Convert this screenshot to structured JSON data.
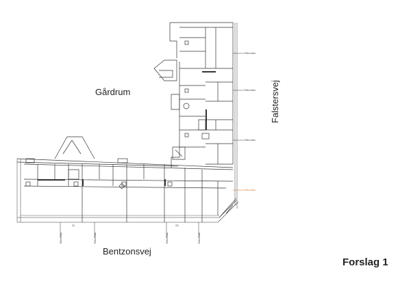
{
  "labels": {
    "courtyard": "Gårdrum",
    "street_south": "Bentzonsvej",
    "street_east": "Falstersvej",
    "proposal": "Forslag 1"
  },
  "elevator_tags_east": [
    "Elev.elux",
    "Elev.elux",
    "Elev.elux"
  ],
  "elevator_tag_highlight": "Elev.elux",
  "elevator_tags_south": [
    "Elev.elux",
    "Elev.elux",
    "Elev.elux",
    "Elev.elux"
  ],
  "house_numbers": [
    "21",
    "23"
  ],
  "colors": {
    "lines": "#333333",
    "highlight": "#e07020"
  }
}
